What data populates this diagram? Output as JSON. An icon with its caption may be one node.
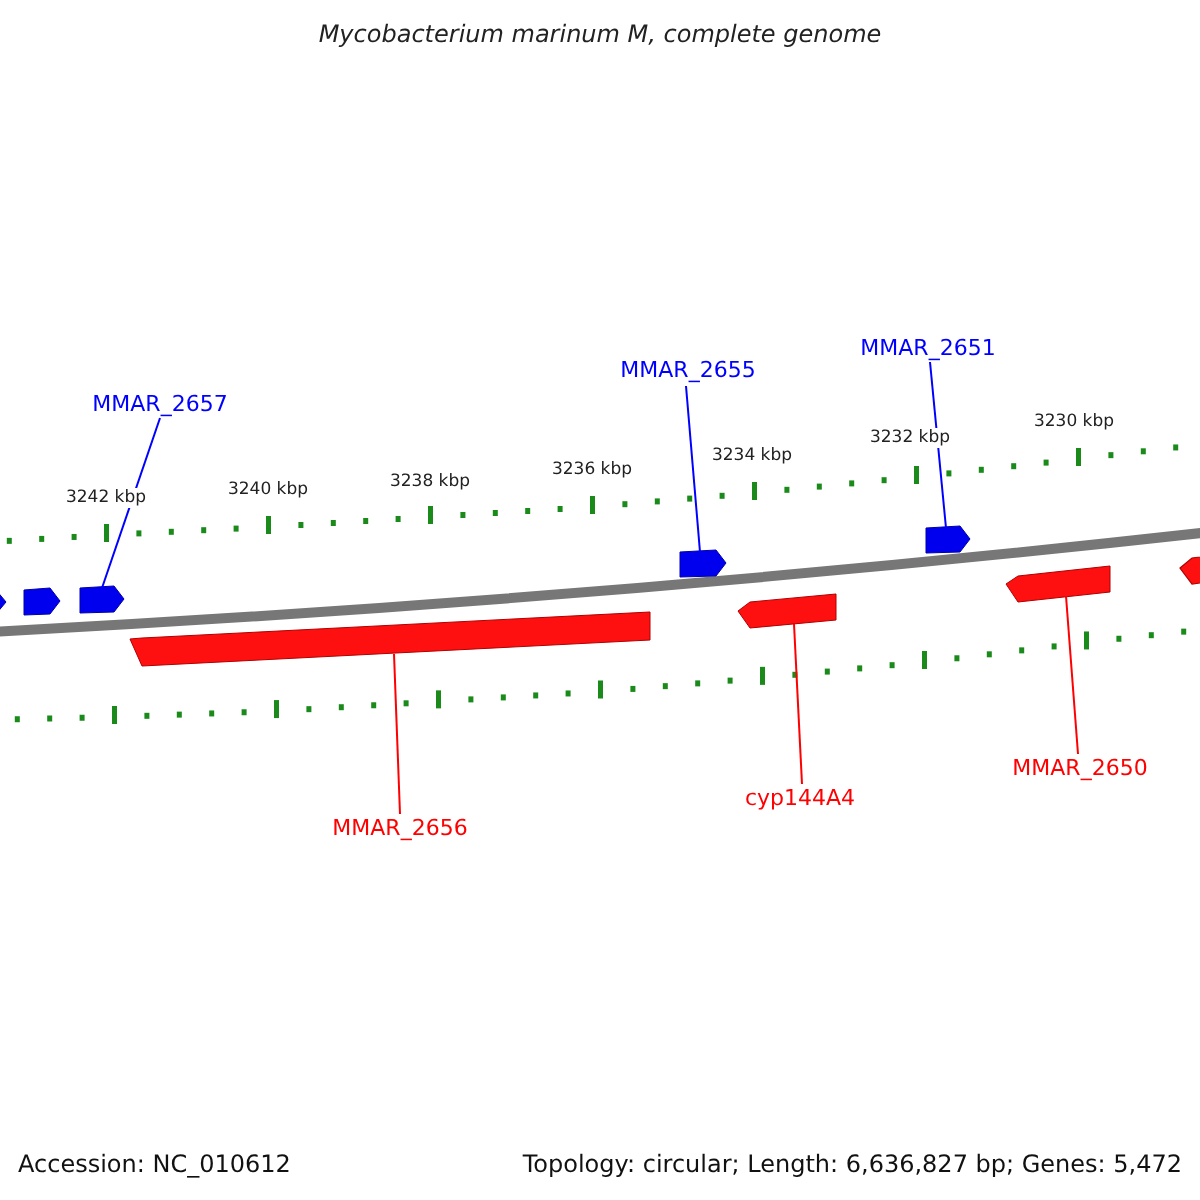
{
  "diagram": {
    "title": "Mycobacterium marinum M, complete genome",
    "nodes": [
      {
        "text": [
          "MMAR_2657"
        ]
      },
      {
        "text": [
          "MMAR_2655"
        ]
      },
      {
        "text": [
          "MMAR_2651"
        ]
      },
      {
        "text": [
          "MMAR_2656"
        ]
      },
      {
        "text": [
          "cyp144A4"
        ]
      },
      {
        "text": [
          "MMAR_2650"
        ]
      },
      {
        "text": [],
        "shape": "arrow"
      },
      {
        "text": [],
        "shape": "arrow"
      },
      {
        "text": [],
        "shape": "arrow"
      },
      {
        "text": [],
        "shape": "arrow"
      },
      {
        "text": [],
        "shape": "arrow"
      },
      {
        "text": [],
        "shape": "arrow"
      }
    ],
    "edges": [
      {
        "from": 0,
        "to": 6,
        "arrow": "none"
      },
      {
        "from": 1,
        "to": 8,
        "arrow": "none"
      },
      {
        "from": 2,
        "to": 10,
        "arrow": "none"
      },
      {
        "from": 3,
        "to": 7,
        "arrow": "none",
        "color": "#ff0000"
      },
      {
        "from": 4,
        "to": 9,
        "arrow": "none",
        "color": "#ff0000"
      },
      {
        "from": 5,
        "to": 11,
        "arrow": "none",
        "color": "#ff0000"
      }
    ],
    "labels": [
      "3242 kbp",
      "3240 kbp",
      "3238 kbp",
      "3236 kbp",
      "3234 kbp",
      "3232 kbp",
      "3230 kbp",
      "Accession: NC_010612",
      "Topology: circular; Length: 6,636,827 bp; Genes: 5,472"
    ]
  }
}
